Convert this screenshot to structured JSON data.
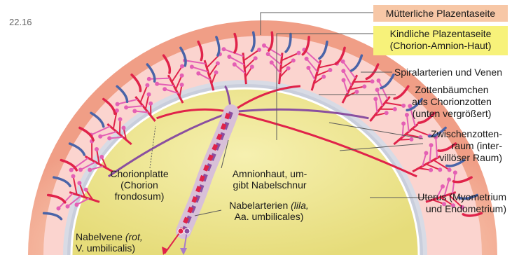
{
  "figure_number": "22.16",
  "labels": {
    "maternal": "Mütterliche Plazentaseite",
    "fetal_line1": "Kindliche Plazentaseite",
    "fetal_line2": "(Chorion-Amnion-Haut)",
    "spiral": "Spiralarterien und Venen",
    "villi_line1": "Zottenbäumchen",
    "villi_line2": "aus Chorionzotten",
    "villi_line3": "(unten vergrößert)",
    "intervillous_line1": "Zwischenzotten-",
    "intervillous_line2": "raum (inter-",
    "intervillous_line3": "villöser Raum)",
    "uterus_line1": "Uterus (Myometrium",
    "uterus_line2": "und Endometrium)",
    "chorion_line1": "Chorionplatte",
    "chorion_line2": "(Chorion",
    "chorion_line3": "frondosum)",
    "amnion_line1": "Amnionhaut, um-",
    "amnion_line2": "gibt Nabelschnur",
    "arteries_line1_a": "Nabelarterien ",
    "arteries_line1_b": "(lila,",
    "arteries_line2": "Aa. umbilicales)",
    "vein_line1_a": "Nabelvene ",
    "vein_line1_b": "(rot,",
    "vein_line2": "V. umbilicalis)"
  },
  "colors": {
    "maternal_box": "#f7c7a6",
    "fetal_box": "#f7f27a",
    "uterus": "#f4b09a",
    "uterus_light": "#f8cdb9",
    "decidua": "#fbd8d3",
    "chorion_plate": "#d9dde6",
    "amnion_cavity": "#efe790",
    "artery_red": "#e0234a",
    "vein_blue": "#4a64a8",
    "villi_pink": "#e45fb4",
    "cord_purple": "#8a4fa0"
  }
}
